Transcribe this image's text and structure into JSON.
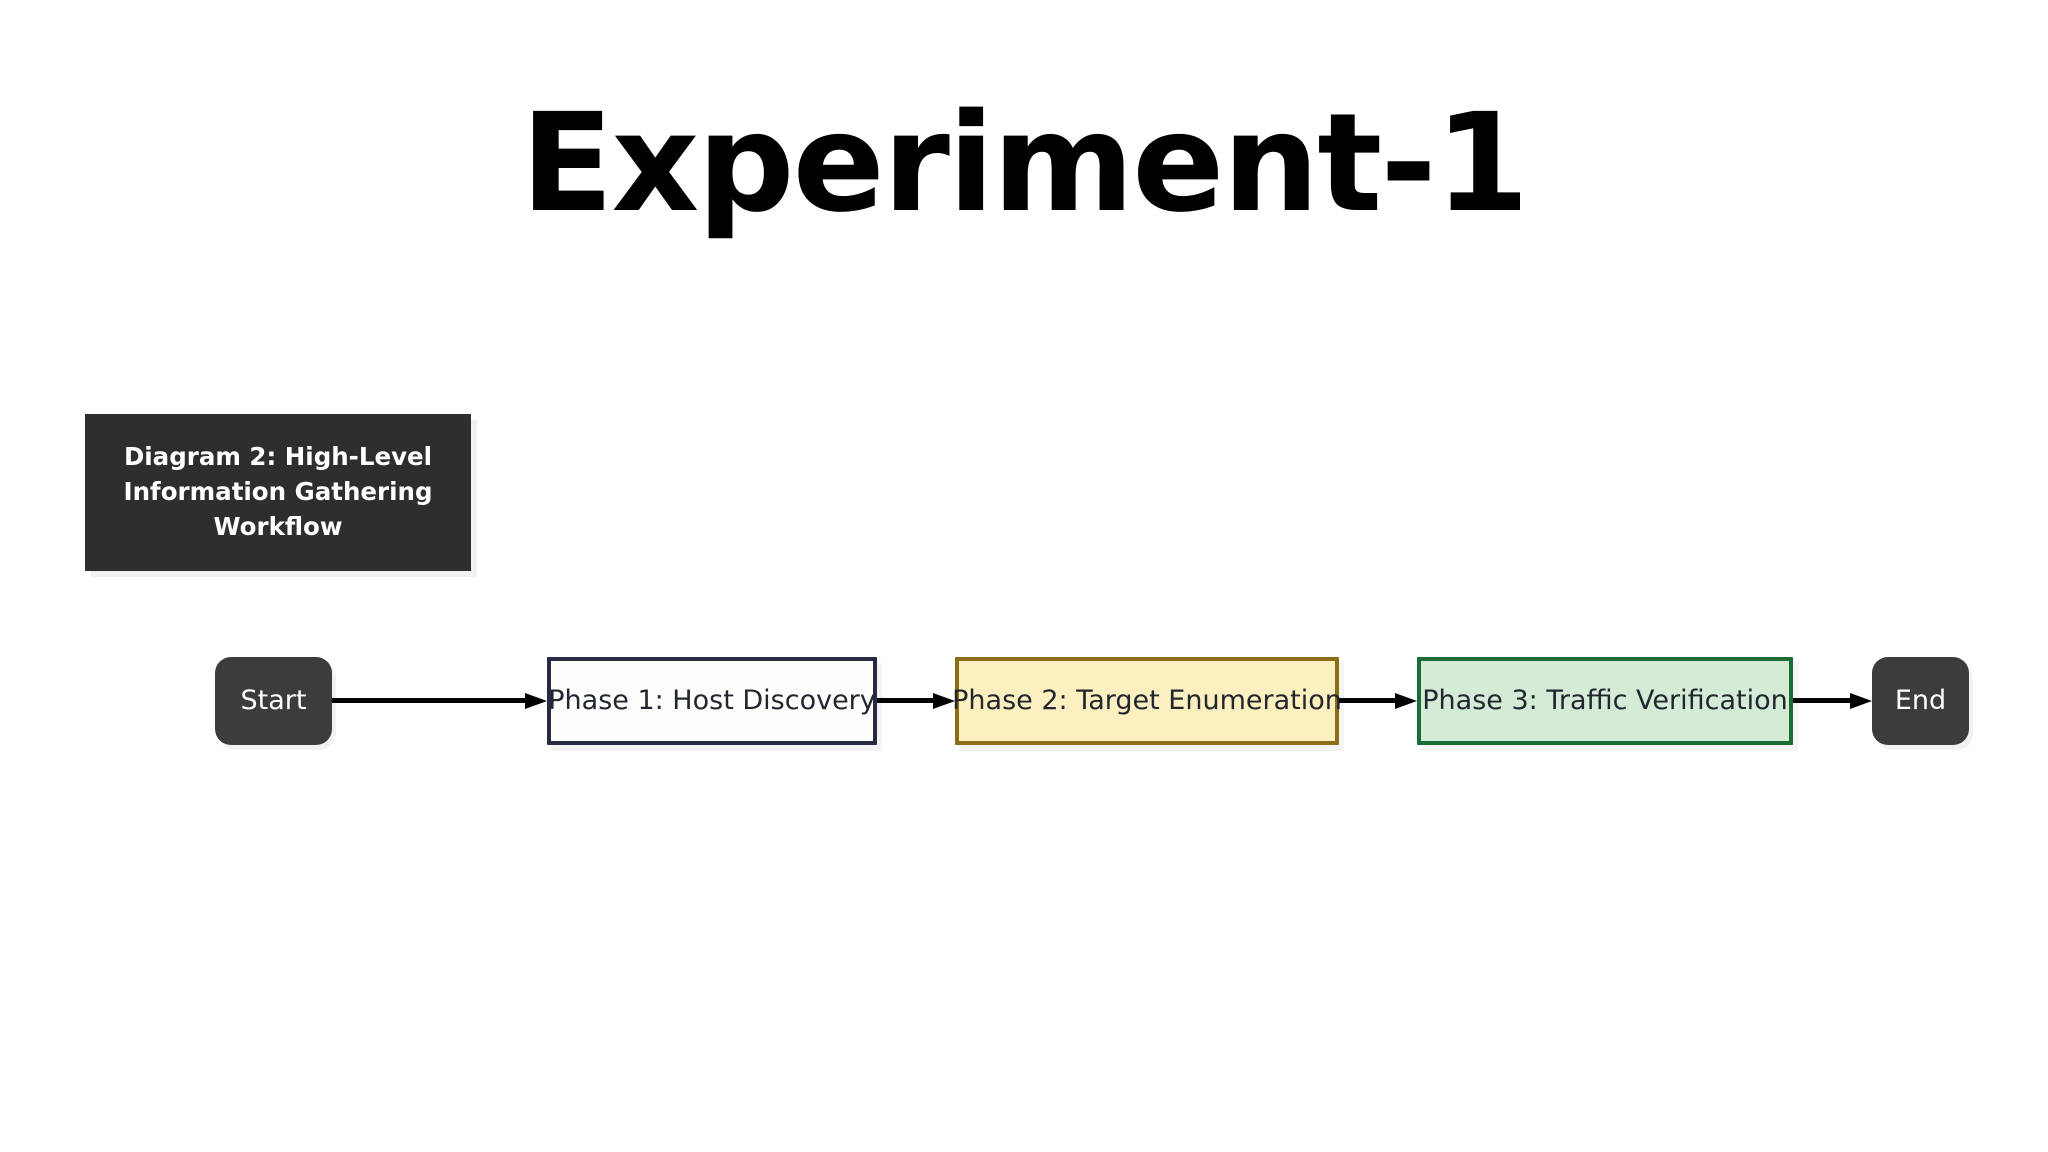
{
  "slide": {
    "title": "Experiment-1",
    "background_color": "#ffffff"
  },
  "caption_box": {
    "text": "Diagram 2: High-Level Information Gathering Workflow",
    "background_color": "#2e2e2e",
    "text_color": "#ffffff"
  },
  "flowchart": {
    "orientation": "left-to-right",
    "nodes": [
      {
        "id": "start",
        "label": "Start",
        "shape": "rounded-rectangle",
        "role": "terminal",
        "fill_color": "#3c3c3c",
        "border_color": "#3c3c3c",
        "text_color": "#ffffff"
      },
      {
        "id": "phase1",
        "label": "Phase 1: Host Discovery",
        "shape": "rectangle",
        "role": "process",
        "fill_color": "#fdfdfc",
        "border_color": "#262a43",
        "text_color": "#22262f"
      },
      {
        "id": "phase2",
        "label": "Phase 2: Target Enumeration",
        "shape": "rectangle",
        "role": "process",
        "fill_color": "#fcf0c0",
        "border_color": "#8a6d15",
        "text_color": "#22262f"
      },
      {
        "id": "phase3",
        "label": "Phase 3: Traffic Verification",
        "shape": "rectangle",
        "role": "process",
        "fill_color": "#d4ecd6",
        "border_color": "#1c6b33",
        "text_color": "#22262f"
      },
      {
        "id": "end",
        "label": "End",
        "shape": "rounded-rectangle",
        "role": "terminal",
        "fill_color": "#3c3c3c",
        "border_color": "#3c3c3c",
        "text_color": "#ffffff"
      }
    ],
    "edges": [
      {
        "id": "start-phase1",
        "from": "start",
        "to": "phase1",
        "label": "",
        "style": "solid-arrow",
        "color": "#000000"
      },
      {
        "id": "phase1-phase2",
        "from": "phase1",
        "to": "phase2",
        "label": "",
        "style": "solid-arrow",
        "color": "#000000"
      },
      {
        "id": "phase2-phase3",
        "from": "phase2",
        "to": "phase3",
        "label": "",
        "style": "solid-arrow",
        "color": "#000000"
      },
      {
        "id": "phase3-end",
        "from": "phase3",
        "to": "end",
        "label": "",
        "style": "solid-arrow",
        "color": "#000000"
      }
    ]
  }
}
